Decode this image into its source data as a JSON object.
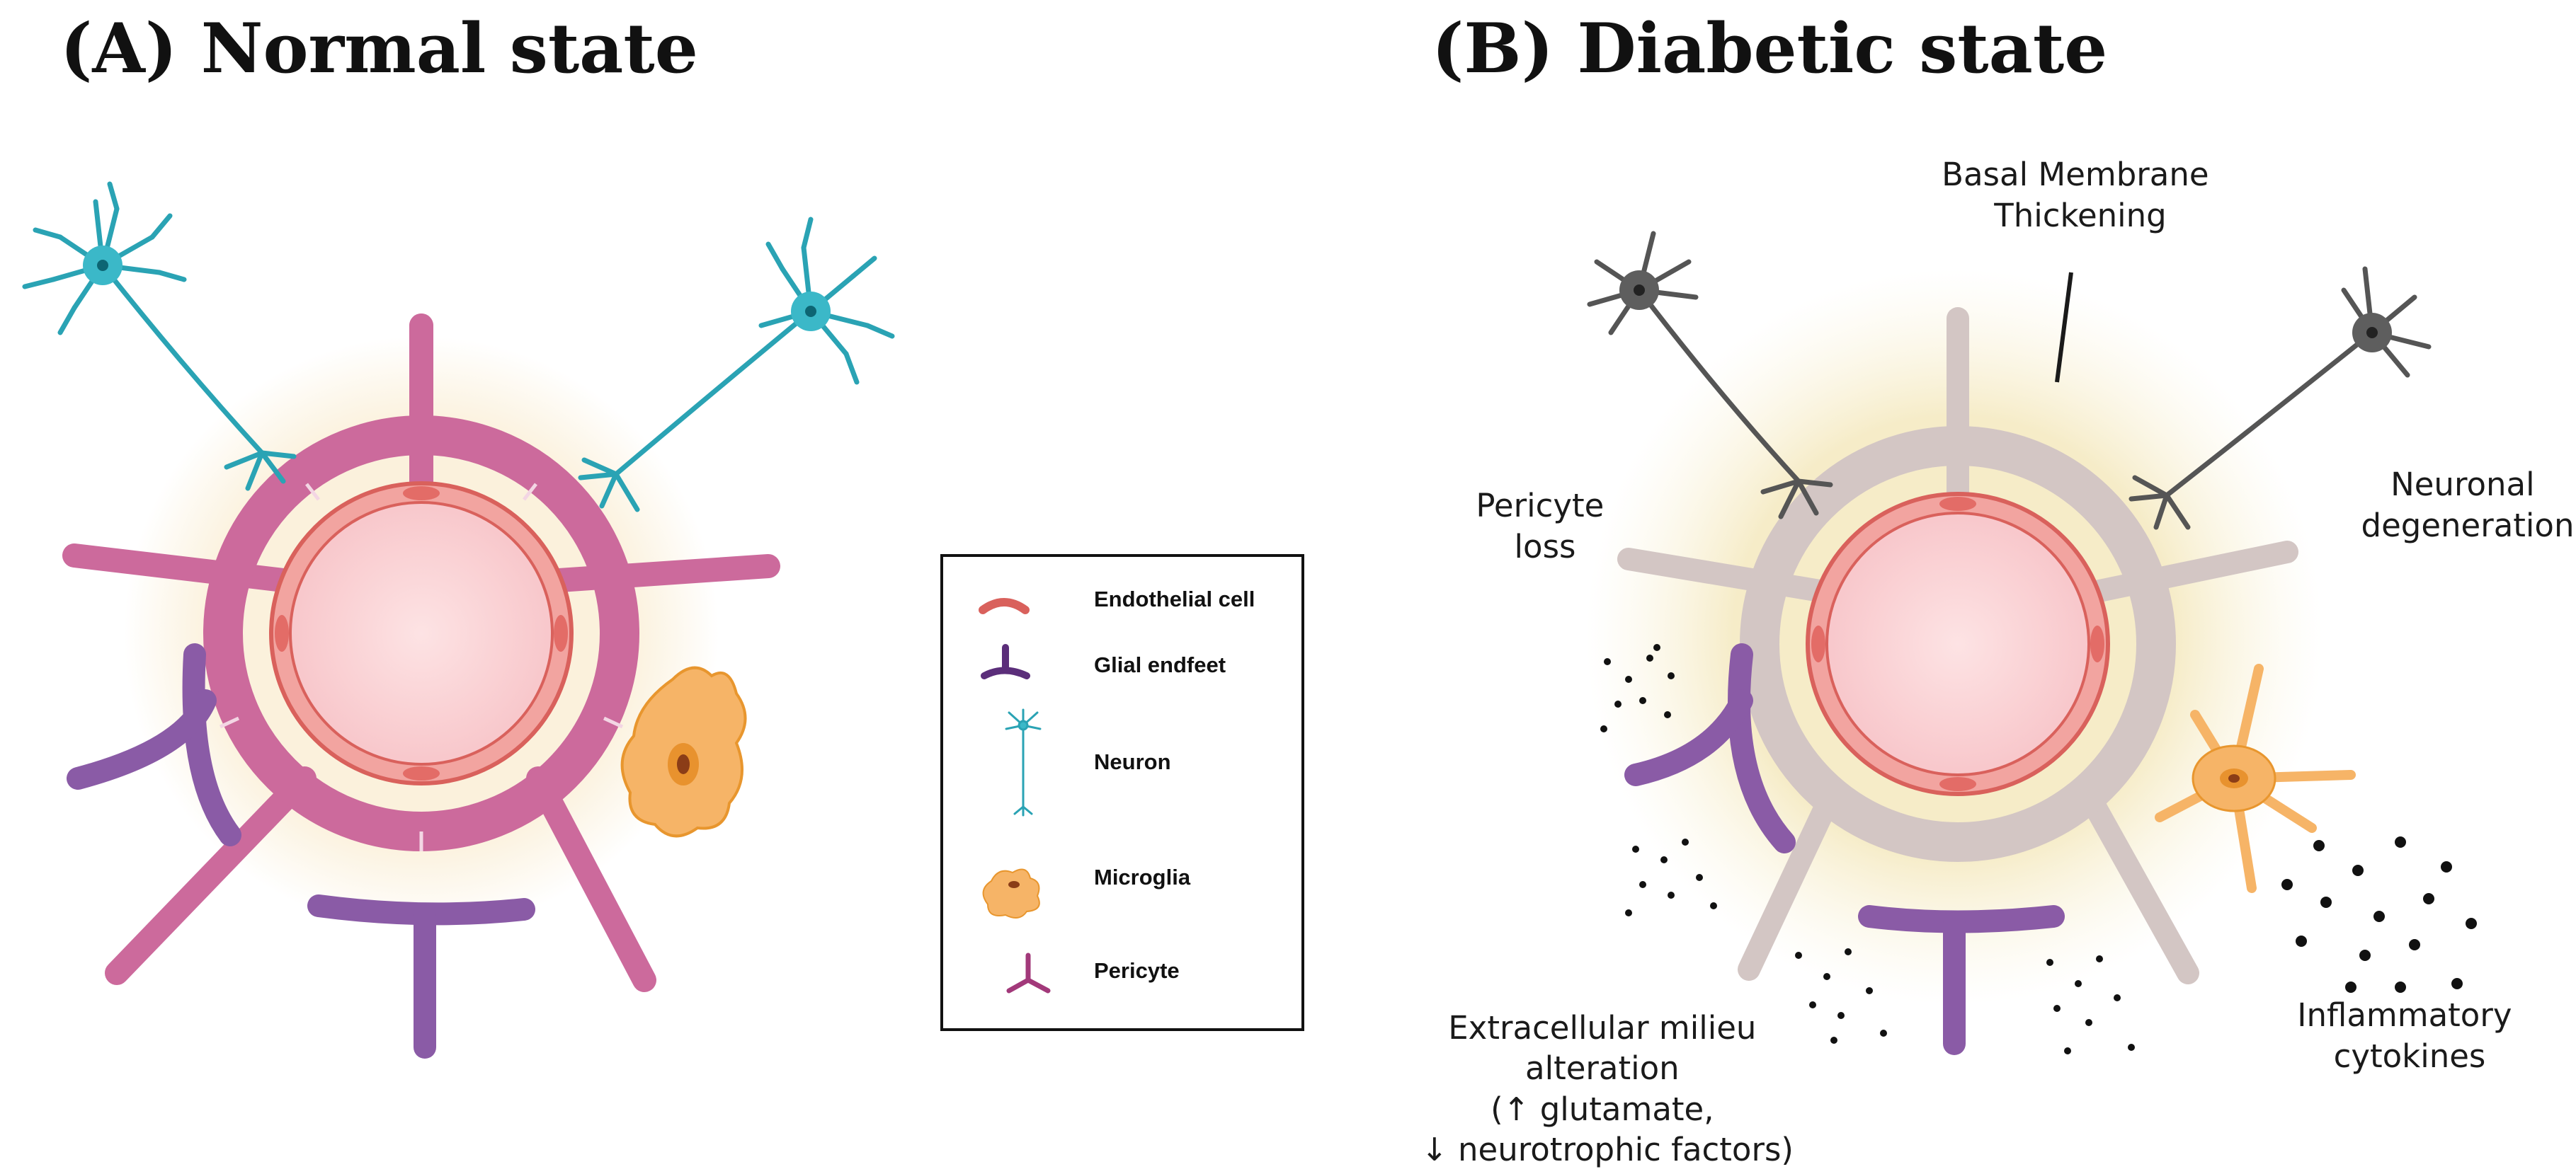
{
  "panel_a": {
    "title": "(A) Normal state"
  },
  "panel_b": {
    "title": "(B) Diabetic state",
    "annotations": {
      "basal_membrane": [
        "Basal Membrane",
        "Thickening"
      ],
      "pericyte_loss": [
        "Pericyte",
        "loss"
      ],
      "neuronal_degeneration": [
        "Neuronal",
        "degeneration"
      ],
      "inflammatory_cytokines": [
        "Inflammatory",
        "cytokines"
      ],
      "extracellular": [
        "Extracellular milieu",
        "alteration",
        "(↑ glutamate,",
        "↓ neurotrophic factors)"
      ]
    }
  },
  "legend": {
    "items": [
      {
        "label": "Endothelial cell",
        "icon": "endothelial-cell-icon"
      },
      {
        "label": "Glial endfeet",
        "icon": "glial-endfeet-icon"
      },
      {
        "label": "Neuron",
        "icon": "neuron-icon"
      },
      {
        "label": "Microglia",
        "icon": "microglia-icon"
      },
      {
        "label": "Pericyte",
        "icon": "pericyte-icon"
      }
    ]
  },
  "colors": {
    "neuron_normal": "#3bb8c8",
    "neuron_degenerated": "#5a5a5a",
    "pericyte": "#cc6a9c",
    "pericyte_faded": "#cbbcbc",
    "glial": "#8a5ba6",
    "endothelial": "#e4847e",
    "lumen": "#fbd6d8",
    "microglia": "#f6b467",
    "halo": "#fbf3dc",
    "halo_thick": "#f7ecc6"
  }
}
